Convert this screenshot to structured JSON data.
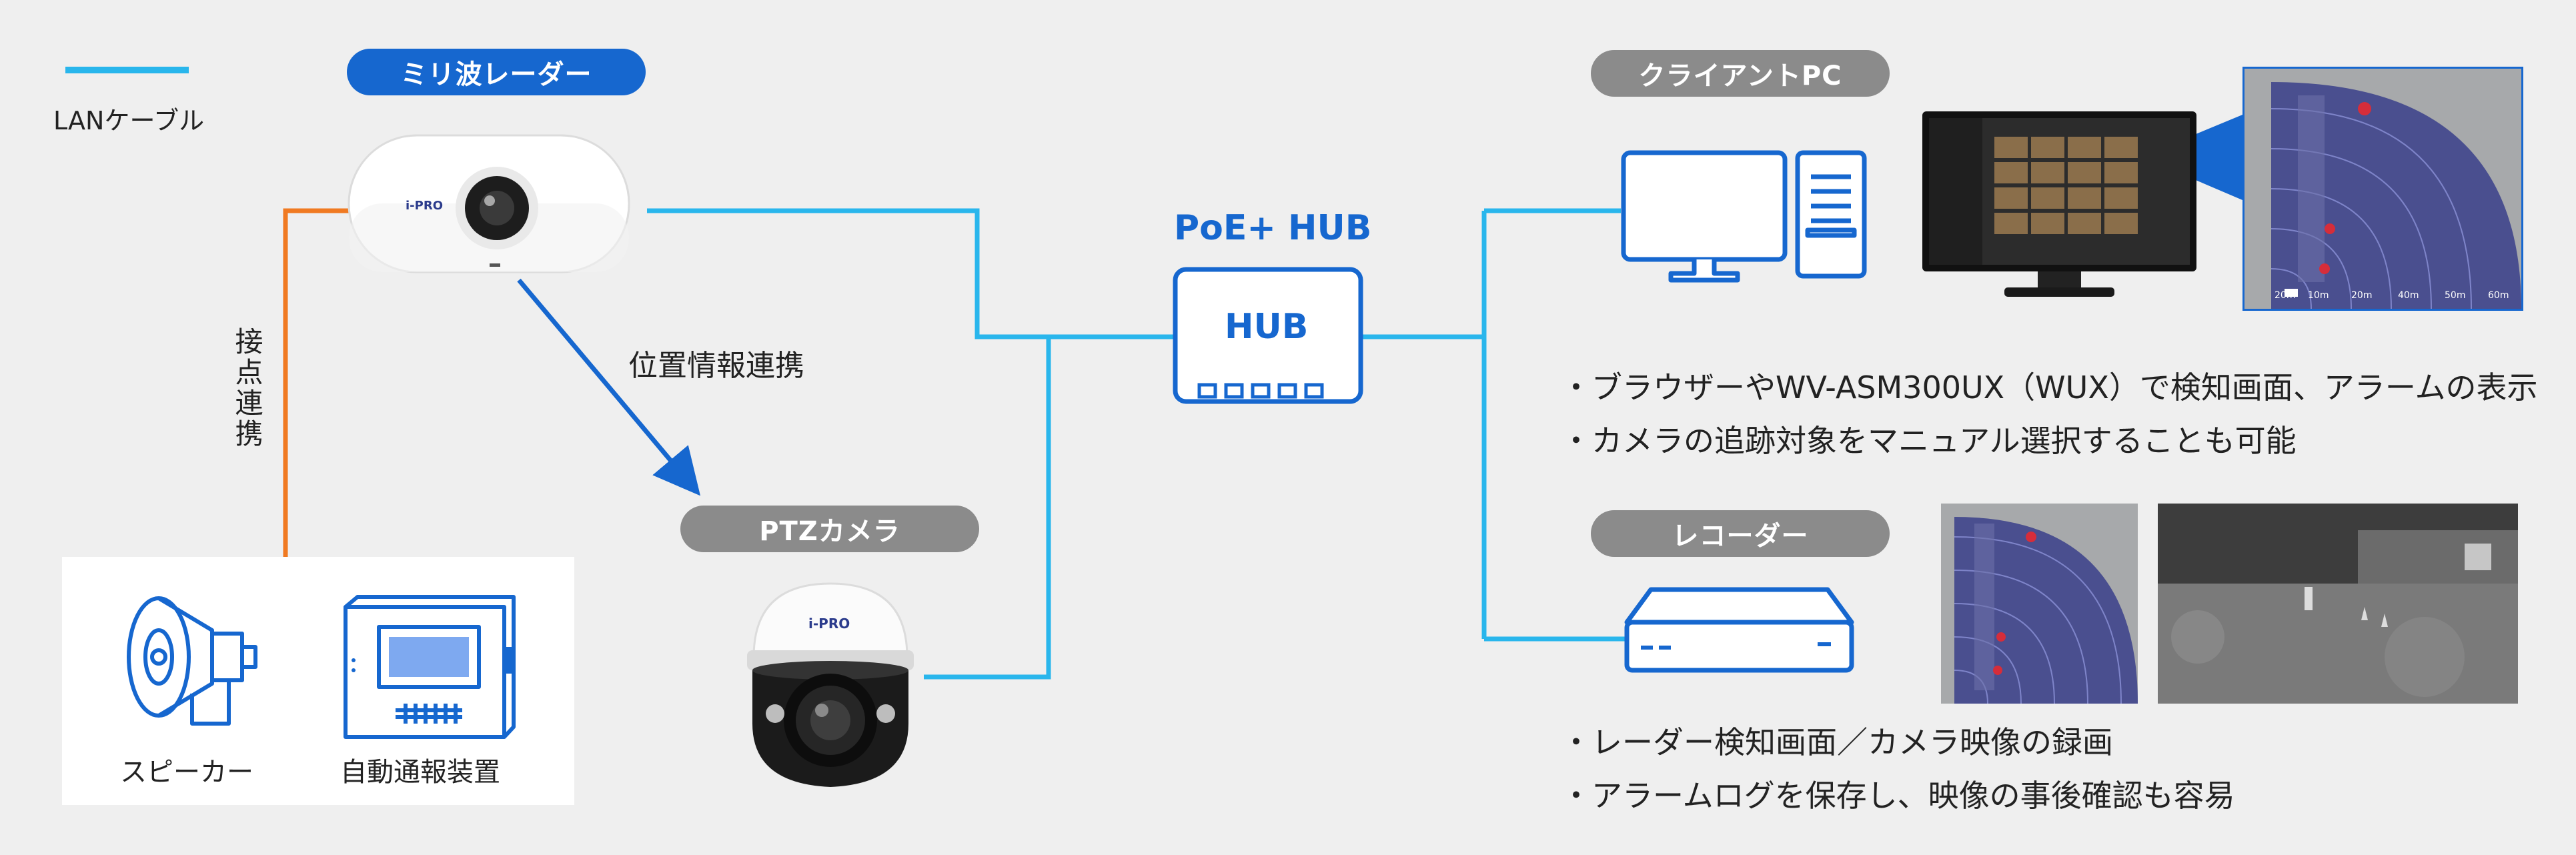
{
  "legend": {
    "label": "LANケーブル",
    "color": "#29b6ec"
  },
  "radar": {
    "pill_label": "ミリ波レーダー",
    "logo": "i-PRO"
  },
  "contact": {
    "label": "接点連携"
  },
  "position_link": {
    "label": "位置情報連携"
  },
  "ptz": {
    "pill_label": "PTZカメラ",
    "logo": "i-PRO"
  },
  "devices": {
    "speaker_label": "スピーカー",
    "notifier_label": "自動通報装置"
  },
  "hub": {
    "title": "PoE+ HUB",
    "box_label": "HUB"
  },
  "client": {
    "pill_label": "クライアントPC",
    "bullets": [
      "・ブラウザーやWV-ASM300UX（WUX）で検知画面、アラームの表示",
      "・カメラの追跡対象をマニュアル選択することも可能"
    ],
    "radar_scale": [
      "20m",
      "10m",
      "20m",
      "40m",
      "50m",
      "60m"
    ]
  },
  "recorder": {
    "pill_label": "レコーダー",
    "bullets": [
      "・レーダー検知画面／カメラ映像の録画",
      "・アラームログを保存し、映像の事後確認も容易"
    ]
  },
  "colors": {
    "lan": "#29b6ec",
    "brand_blue": "#1667cf",
    "contact_orange": "#f07a22",
    "pill_gray": "#8b8b8b"
  }
}
